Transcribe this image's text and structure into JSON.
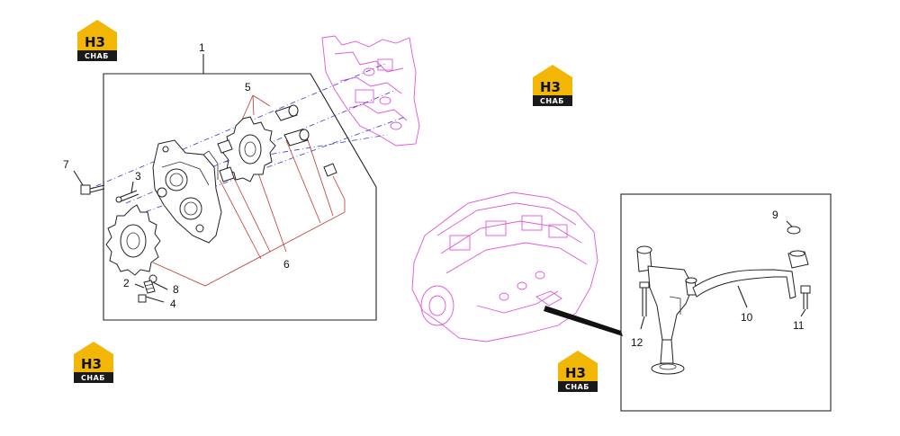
{
  "logos": [
    {
      "id": "logo-top-left",
      "mark": "H3",
      "sub": "СНАБ"
    },
    {
      "id": "logo-top-right",
      "mark": "H3",
      "sub": "СНАБ"
    },
    {
      "id": "logo-bottom-left",
      "mark": "H3",
      "sub": "СНАБ"
    },
    {
      "id": "logo-bottom-center",
      "mark": "H3",
      "sub": "СНАБ"
    }
  ],
  "callouts": {
    "c1": "1",
    "c2": "2",
    "c3": "3",
    "c4": "4",
    "c5": "5",
    "c6": "6",
    "c7": "7",
    "c8": "8",
    "c9": "9",
    "c10": "10",
    "c11": "11",
    "c12": "12"
  },
  "colors": {
    "engine": "#e055d8",
    "leader": "#c0392b",
    "axis": "#3a3ad0",
    "logo_yellow": "#f2b705",
    "logo_dark": "#1a1a1a"
  }
}
